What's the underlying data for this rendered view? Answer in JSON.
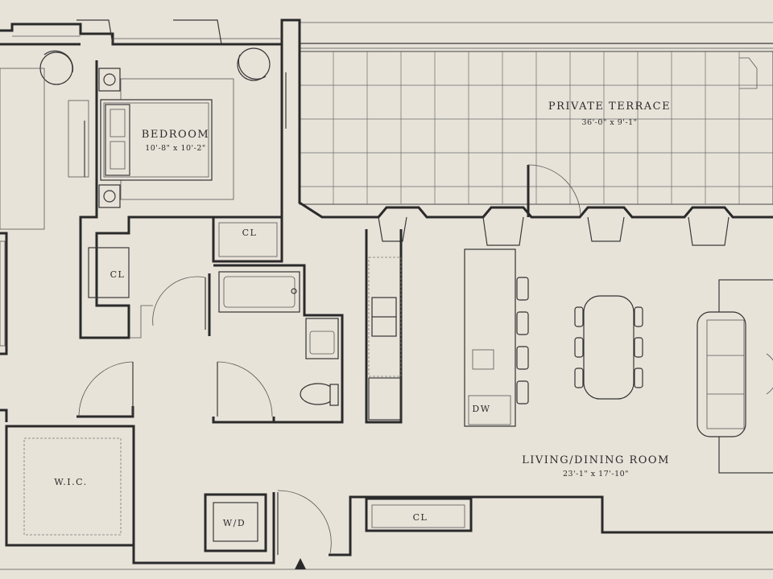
{
  "rooms": {
    "bedroom": {
      "name": "BEDROOM",
      "dims": "10'-8\" x 10'-2\""
    },
    "terrace": {
      "name": "PRIVATE TERRACE",
      "dims": "36'-0\" x 9'-1\""
    },
    "living": {
      "name": "LIVING/DINING ROOM",
      "dims": "23'-1\" x 17'-10\""
    },
    "closet_top": "CL",
    "closet_left": "CL",
    "closet_bottom": "CL",
    "wic": "W.I.C.",
    "wd": "W/D",
    "dw": "DW"
  },
  "colors": {
    "paper": "#e8e3d9",
    "ink": "#2a2a2a"
  }
}
